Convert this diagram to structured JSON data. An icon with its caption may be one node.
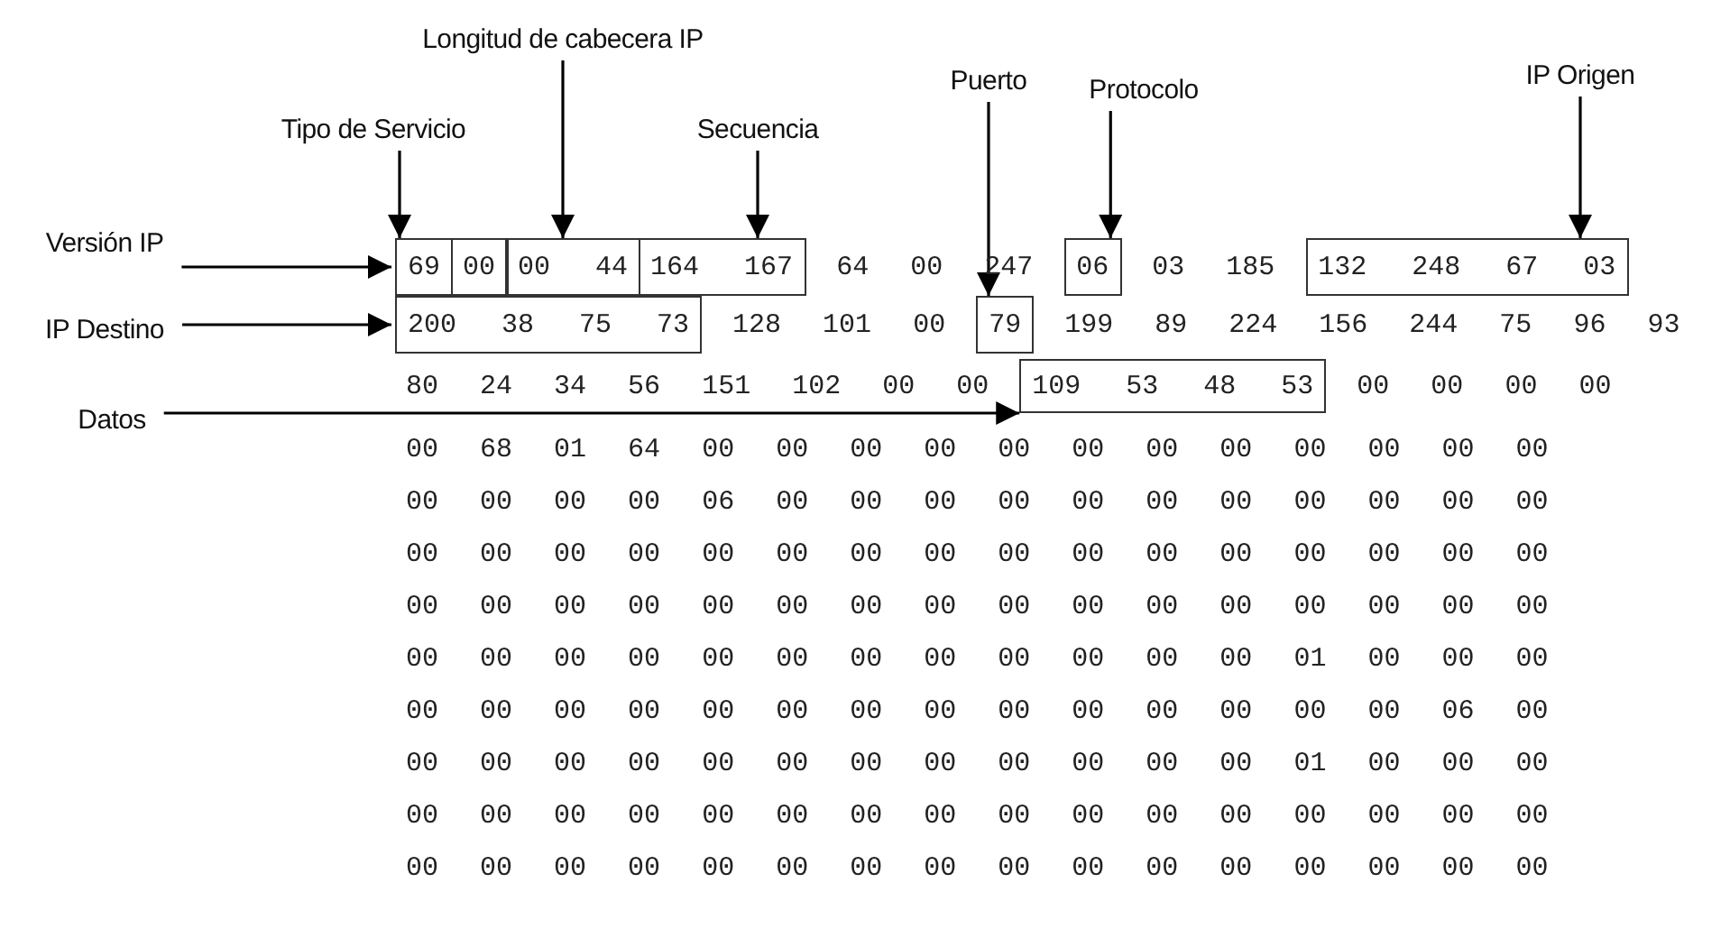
{
  "diagram": {
    "nodes": [
      {
        "text": [
          "Longitud de cabecera IP"
        ]
      },
      {
        "text": [
          "IP Origen"
        ]
      },
      {
        "text": [
          "Puerto"
        ]
      },
      {
        "text": [
          "Protocolo"
        ]
      },
      {
        "text": [
          "Tipo de Servicio"
        ]
      },
      {
        "text": [
          "Secuencia"
        ]
      },
      {
        "text": [
          "Versión IP"
        ]
      },
      {
        "text": [
          "IP Destino"
        ]
      },
      {
        "text": [
          "Datos"
        ]
      },
      {
        "text": [
          "69"
        ]
      },
      {
        "text": [
          "00"
        ]
      },
      {
        "text": [
          "00 44"
        ]
      },
      {
        "text": [
          "164 167"
        ]
      },
      {
        "text": [
          "06"
        ]
      },
      {
        "text": [
          "132 248 67 03"
        ]
      },
      {
        "text": [
          "200 38 75 73"
        ]
      },
      {
        "text": [
          "79"
        ]
      },
      {
        "text": [
          "109 53 48 53"
        ]
      }
    ],
    "edges": [
      {
        "from": 0,
        "to": 11,
        "arrow": "to"
      },
      {
        "from": 1,
        "to": 14,
        "arrow": "to"
      },
      {
        "from": 2,
        "to": 16,
        "arrow": "to"
      },
      {
        "from": 3,
        "to": 13,
        "arrow": "to"
      },
      {
        "from": 4,
        "to": 9,
        "arrow": "to"
      },
      {
        "from": 5,
        "to": 12,
        "arrow": "to"
      },
      {
        "from": 6,
        "to": 9,
        "arrow": "to"
      },
      {
        "from": 7,
        "to": 15,
        "arrow": "to"
      },
      {
        "from": 8,
        "to": 17,
        "arrow": "to"
      }
    ],
    "labels": [
      "64",
      "00",
      "247",
      "03",
      "185",
      "128",
      "101",
      "00",
      "199",
      "89",
      "224",
      "156",
      "244",
      "75",
      "96",
      "93",
      "80",
      "24",
      "34",
      "56",
      "151",
      "102",
      "00",
      "00",
      "00",
      "00",
      "00",
      "00",
      "00",
      "68",
      "01",
      "64",
      "00",
      "00",
      "00",
      "00",
      "00",
      "00",
      "00",
      "00",
      "00",
      "00",
      "00",
      "00",
      "00",
      "00",
      "00",
      "00",
      "06",
      "00",
      "00",
      "00",
      "00",
      "00",
      "00",
      "00",
      "00",
      "00",
      "00",
      "00",
      "00",
      "00",
      "00",
      "00",
      "00",
      "00",
      "00",
      "00",
      "00",
      "00",
      "00",
      "00",
      "00",
      "00",
      "00",
      "00",
      "00",
      "00",
      "00",
      "00",
      "00",
      "00",
      "00",
      "00",
      "00",
      "00",
      "00",
      "00",
      "00",
      "00",
      "00",
      "00",
      "00",
      "00",
      "00",
      "00",
      "00",
      "00",
      "00",
      "00",
      "00",
      "00",
      "00",
      "00",
      "01",
      "00",
      "00",
      "00",
      "00",
      "00",
      "00",
      "00",
      "00",
      "00",
      "00",
      "00",
      "00",
      "00",
      "00",
      "00",
      "00",
      "00",
      "06",
      "00",
      "00",
      "00",
      "00",
      "00",
      "00",
      "00",
      "00",
      "00",
      "00",
      "00",
      "00",
      "00",
      "01",
      "00",
      "00",
      "00",
      "00",
      "00",
      "00",
      "00",
      "00",
      "00",
      "00",
      "00",
      "00",
      "00",
      "00",
      "00",
      "00",
      "00",
      "00",
      "00",
      "00",
      "00",
      "00",
      "00",
      "00",
      "00",
      "00",
      "00",
      "00",
      "00",
      "00",
      "00",
      "00",
      "00",
      "00",
      "00"
    ]
  }
}
